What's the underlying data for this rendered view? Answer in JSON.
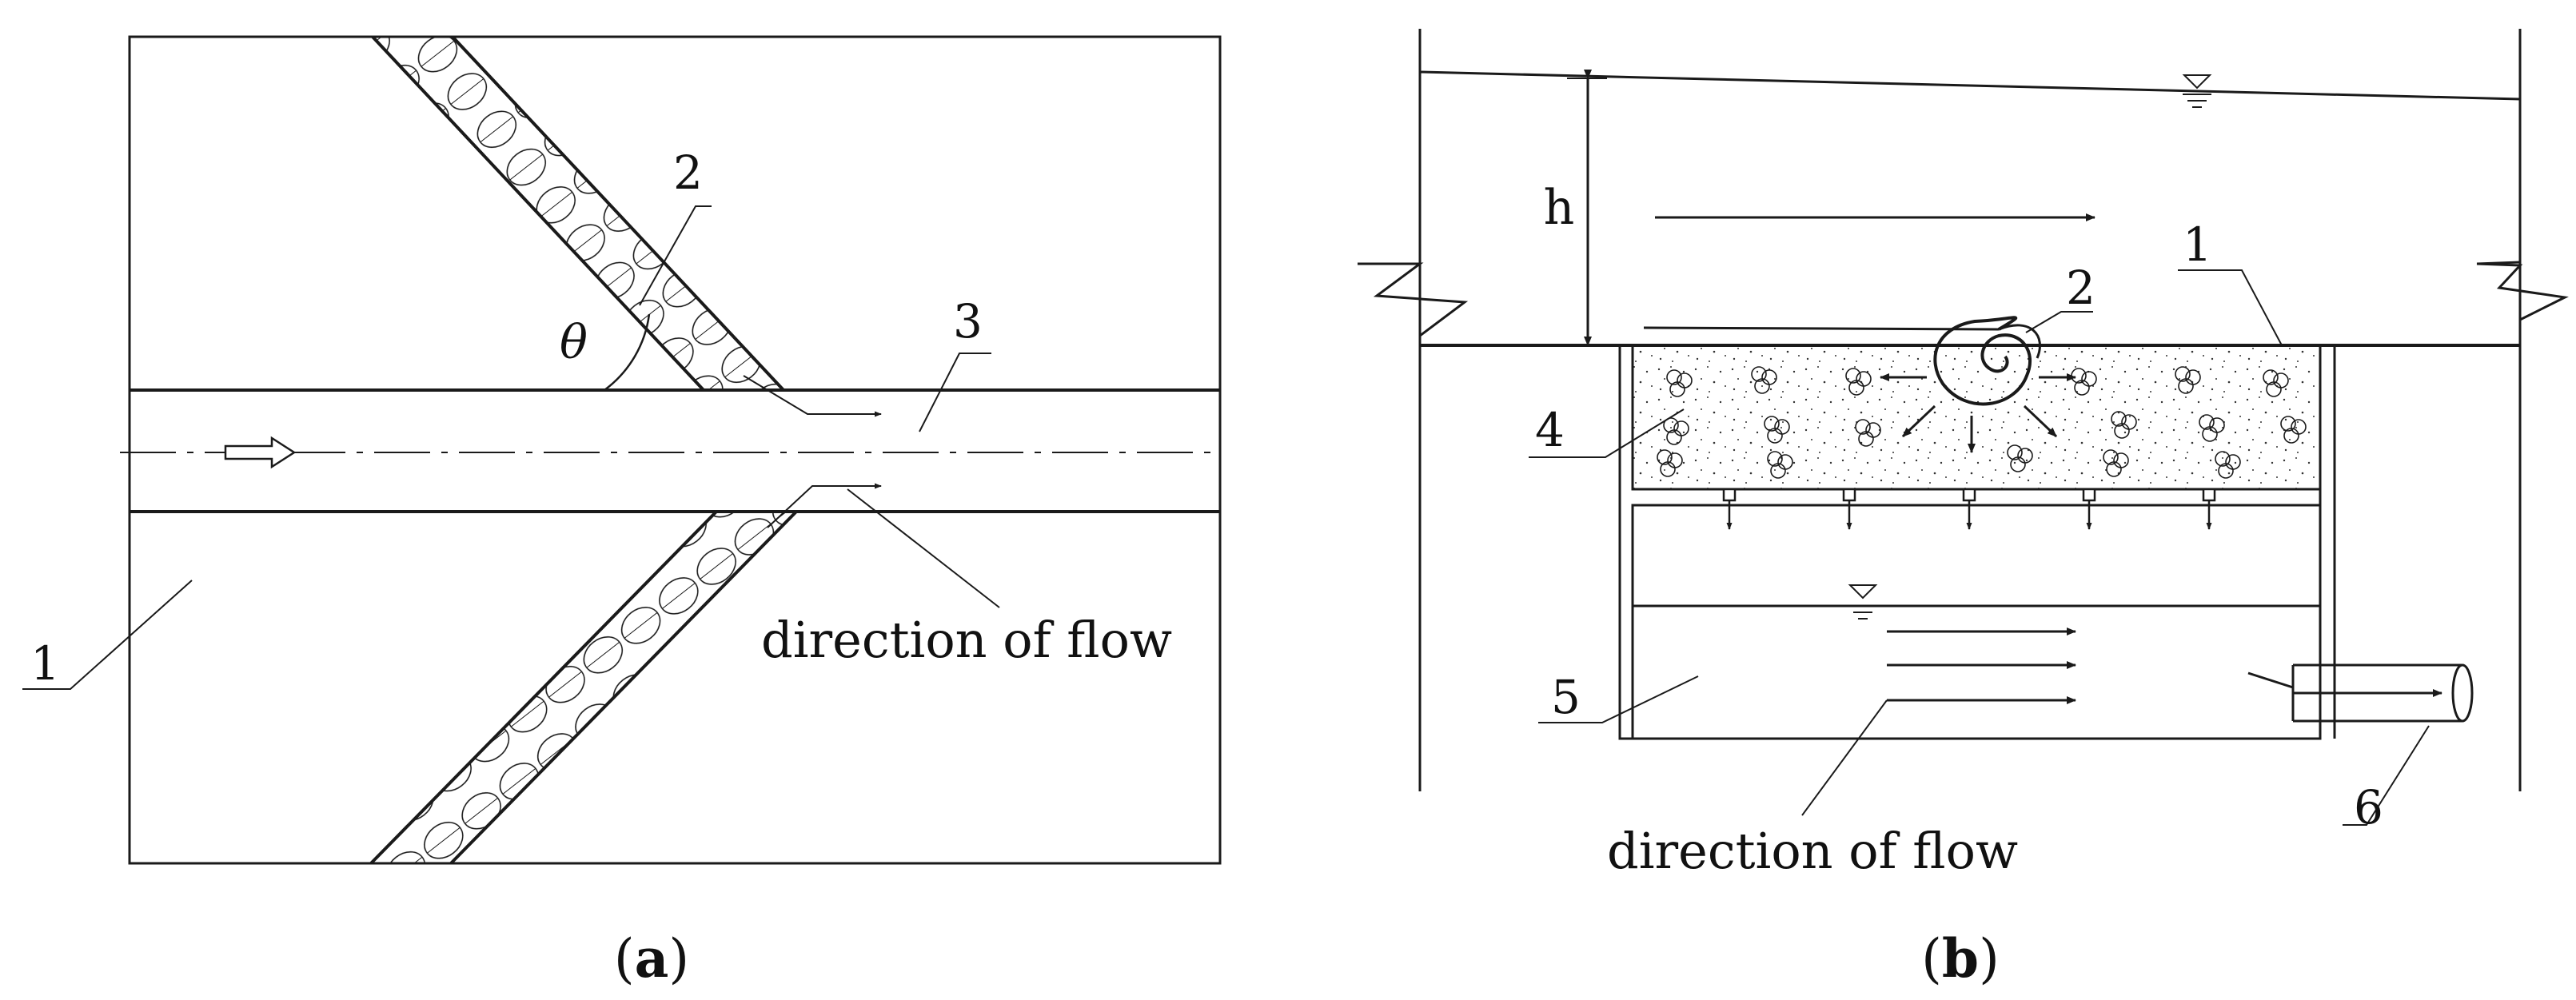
{
  "panel_a": {
    "caption_open": "(",
    "caption_letter": "a",
    "caption_close": ")",
    "callout_1": "1",
    "callout_2": "2",
    "callout_3": "3",
    "angle_symbol": "θ",
    "flow_label": "direction of flow"
  },
  "panel_b": {
    "caption_open": "(",
    "caption_letter": "b",
    "caption_close": ")",
    "callout_1": "1",
    "callout_2": "2",
    "callout_4": "4",
    "callout_5": "5",
    "callout_6": "6",
    "depth_label": "h",
    "flow_label": "direction of flow"
  },
  "colors": {
    "line": "#1a1a1a",
    "background": "#ffffff"
  }
}
